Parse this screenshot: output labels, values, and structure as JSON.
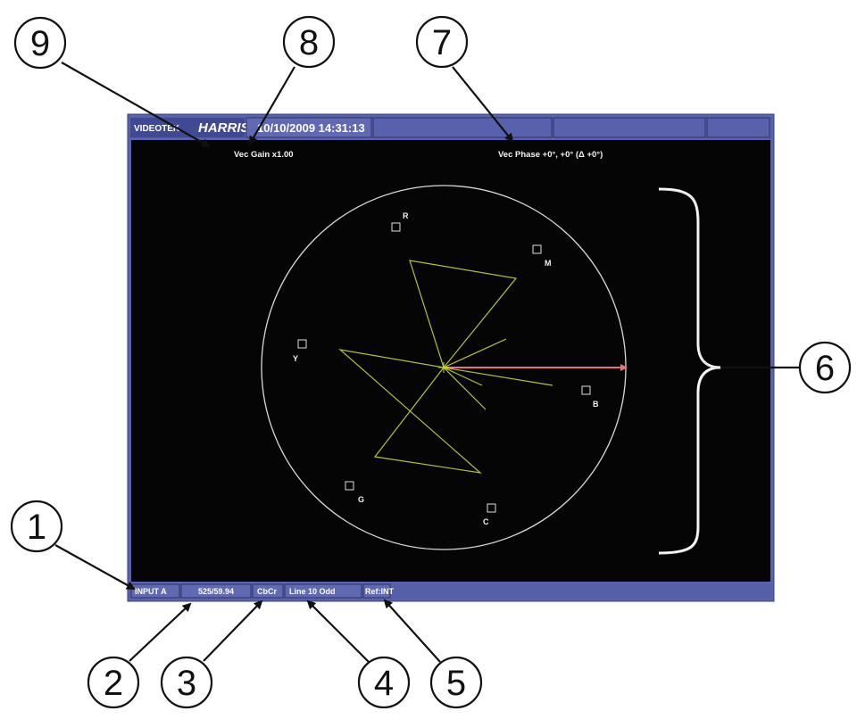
{
  "top_bar": {
    "vendor_label": "VIDEOTEK",
    "brand_label": "HARRIS",
    "datetime": "10/10/2009 14:31:13"
  },
  "scope": {
    "vec_gain": "Vec Gain x1.00",
    "vec_phase": "Vec Phase  +0°,  +0° (Δ  +0°)",
    "targets": [
      {
        "letter": "R"
      },
      {
        "letter": "M"
      },
      {
        "letter": "Y"
      },
      {
        "letter": "B"
      },
      {
        "letter": "G"
      },
      {
        "letter": "C"
      }
    ]
  },
  "status_bar": {
    "input": "INPUT A",
    "format": "525/59.94",
    "component": "CbCr",
    "line": "Line 10 Odd",
    "ref": "Ref:INT"
  },
  "callouts": [
    "1",
    "2",
    "3",
    "4",
    "5",
    "6",
    "7",
    "8",
    "9"
  ],
  "colors": {
    "frame": "#5560a8",
    "scope_bg": "#050505",
    "trace": "#c8d838",
    "burst": "#f07070",
    "graticule": "#d8d8d8"
  }
}
